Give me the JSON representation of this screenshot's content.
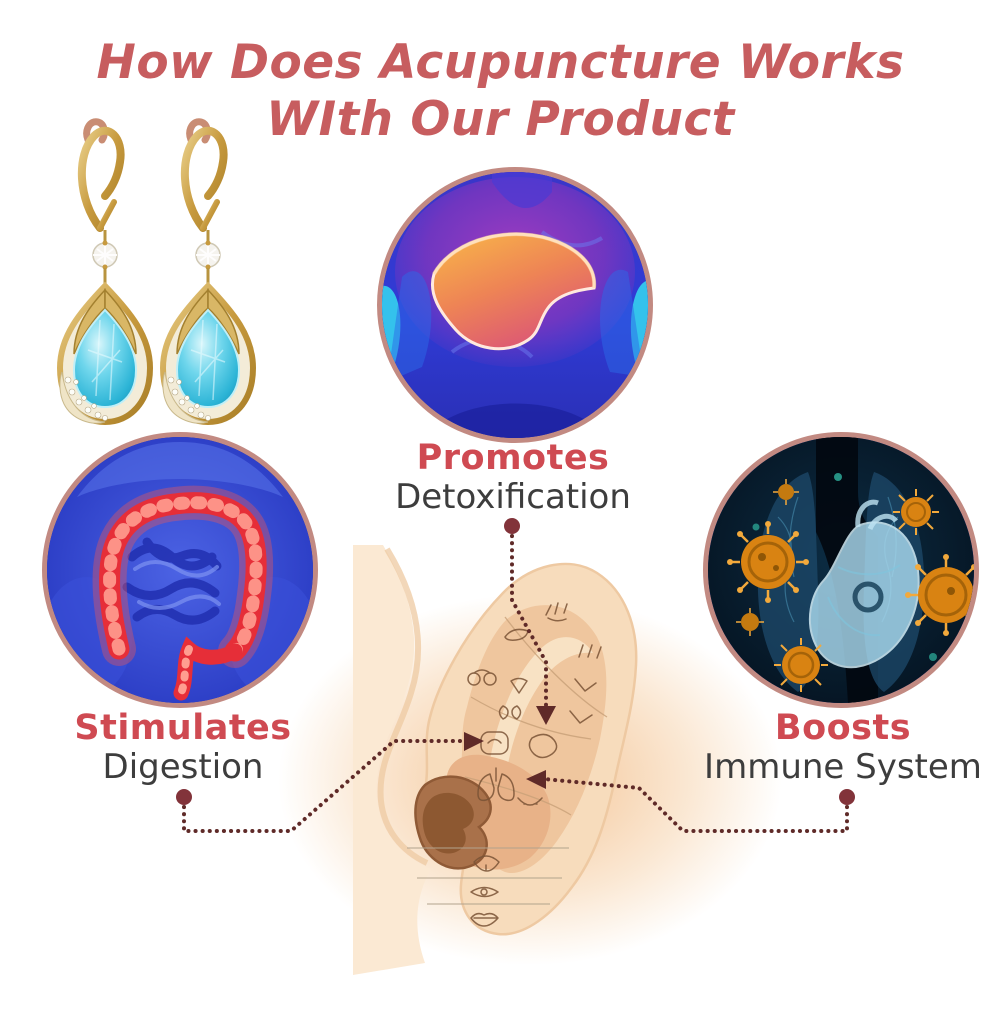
{
  "title": {
    "line1": "How Does Acupuncture Works",
    "line2": "WIth Our Product"
  },
  "features": {
    "detox": {
      "highlight": "Promotes",
      "label": "Detoxification",
      "image_icon": "liver-xray-scan"
    },
    "digestion": {
      "highlight": "Stimulates",
      "label": "Digestion",
      "image_icon": "colon-xray-scan"
    },
    "immune": {
      "highlight": "Boosts",
      "label": "Immune System",
      "image_icon": "heart-lungs-virus-scan"
    }
  },
  "product": {
    "image_icon": "gold-aqua-crystal-drop-earrings"
  },
  "diagram": {
    "image_icon": "ear-auriculotherapy-map"
  },
  "colors": {
    "title": "#c75d5f",
    "feature_highlight": "#cf4a52",
    "feature_label": "#3d3d3d",
    "connector_line": "#5f2a28",
    "connector_dot": "#82333a",
    "circle_border": "#c28a82",
    "ear_skin": "#f7dcbc",
    "background_glow": "#f3c08e"
  }
}
